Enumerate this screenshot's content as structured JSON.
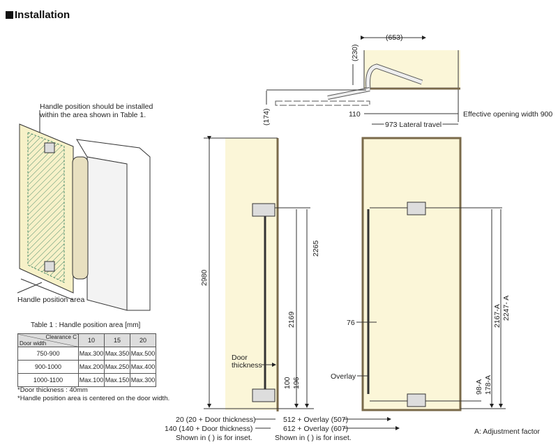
{
  "header": {
    "title": "Installation"
  },
  "left_figure": {
    "note_line1": "Handle position should be installed",
    "note_line2": "within the area shown in Table 1.",
    "area_label": "Handle position area"
  },
  "table": {
    "caption": "Table 1 : Handle position area [mm]",
    "corner_top": "Clearance C",
    "corner_bottom": "Door width",
    "columns": [
      "10",
      "15",
      "20"
    ],
    "rows": [
      {
        "label": "750-900",
        "values": [
          "Max.300",
          "Max.350",
          "Max.500"
        ]
      },
      {
        "label": "900-1000",
        "values": [
          "Max.200",
          "Max.250",
          "Max.400"
        ]
      },
      {
        "label": "1000-1100",
        "values": [
          "Max.100",
          "Max.150",
          "Max.300"
        ]
      }
    ],
    "note1": "*Door thickness : 40mm",
    "note2": "*Handle position area is centered on the door width."
  },
  "top_view": {
    "dim_653": "(653)",
    "dim_230": "(230)",
    "dim_174": "(174)",
    "dim_110": "110",
    "effective_width": "Effective opening width 900",
    "lateral_travel": "973 Lateral travel"
  },
  "side_view": {
    "dim_2980": "2980",
    "dim_2169": "2169",
    "dim_2265": "2265",
    "dim_100": "100",
    "dim_196": "196",
    "door_thickness_1": "Door",
    "door_thickness_2": "thickness",
    "bottom_1": "20 (20 + Door thickness)",
    "bottom_2": "140 (140 + Door thickness)",
    "bottom_3": "Shown in (  ) is for inset."
  },
  "front_view": {
    "dim_76": "76",
    "overlay": "Overlay",
    "dim_2167": "2167-A",
    "dim_2247": "2247- A",
    "dim_98": "98-A",
    "dim_178": "178-A",
    "bottom_1": "512 + Overlay (507)",
    "bottom_2": "612 + Overlay (607)",
    "bottom_3": "Shown in (  ) is for inset.",
    "adjustment": "A: Adjustment factor"
  },
  "colors": {
    "panel": "#fbf6d8",
    "frame": "#7a6a4a",
    "line": "#333333"
  }
}
